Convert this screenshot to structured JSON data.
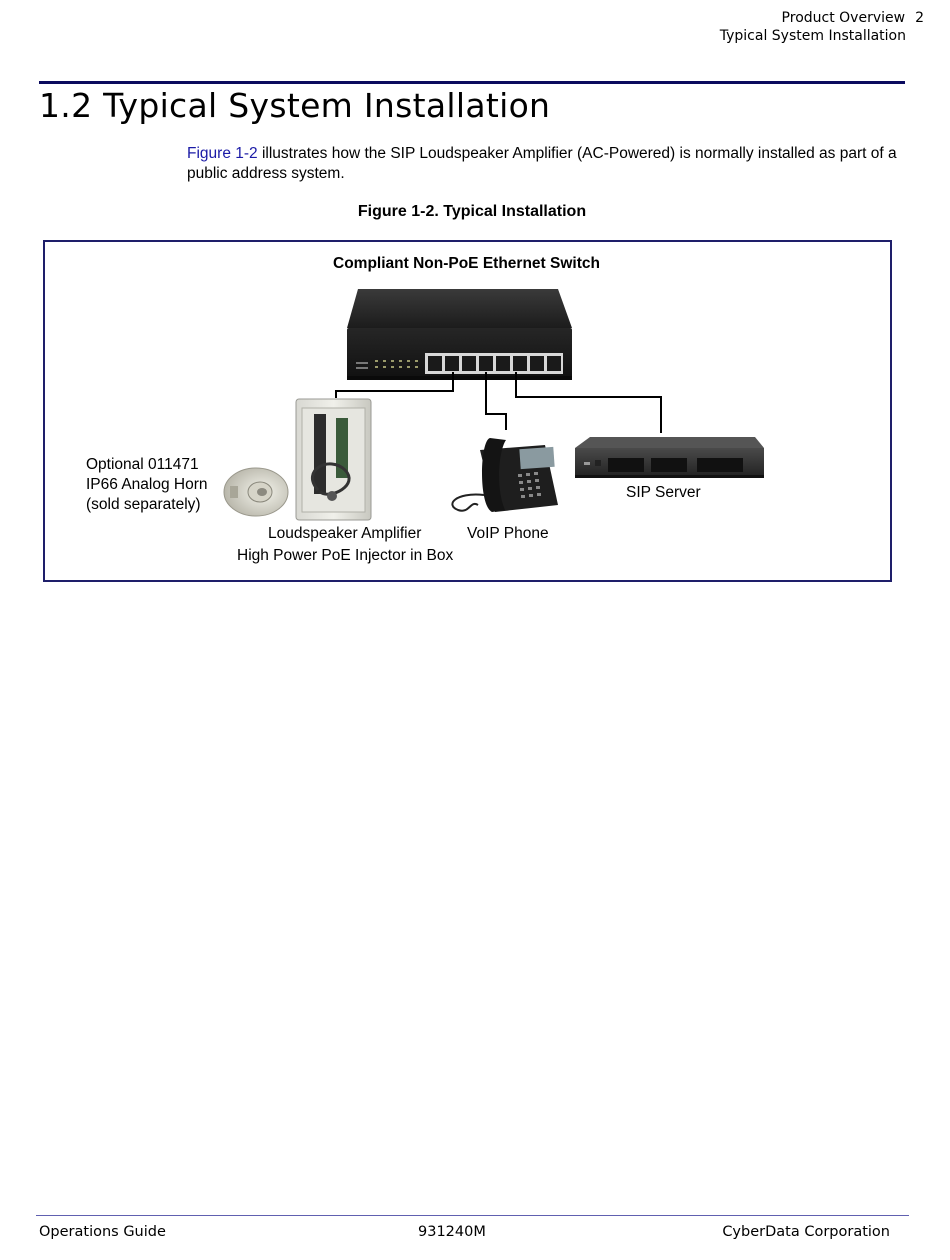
{
  "header": {
    "chapter": "Product Overview",
    "page_number": "2",
    "section": "Typical System Installation"
  },
  "section_title": "1.2 Typical System Installation",
  "intro": {
    "link_text": "Figure 1-2",
    "text": " illustrates how the SIP Loudspeaker Amplifier (AC-Powered) is normally installed as part of a public address system."
  },
  "figure": {
    "caption": "Figure 1-2. Typical Installation",
    "switch_label": "Compliant Non-PoE Ethernet Switch",
    "horn_label": [
      "Optional 011471",
      "IP66 Analog Horn",
      "(sold separately)"
    ],
    "amplifier_label": "Loudspeaker Amplifier",
    "injector_label": "High Power PoE Injector in Box",
    "phone_label": "VoIP Phone",
    "server_label": "SIP Server"
  },
  "footer": {
    "left": "Operations Guide",
    "center": "931240M",
    "right": "CyberData Corporation"
  }
}
